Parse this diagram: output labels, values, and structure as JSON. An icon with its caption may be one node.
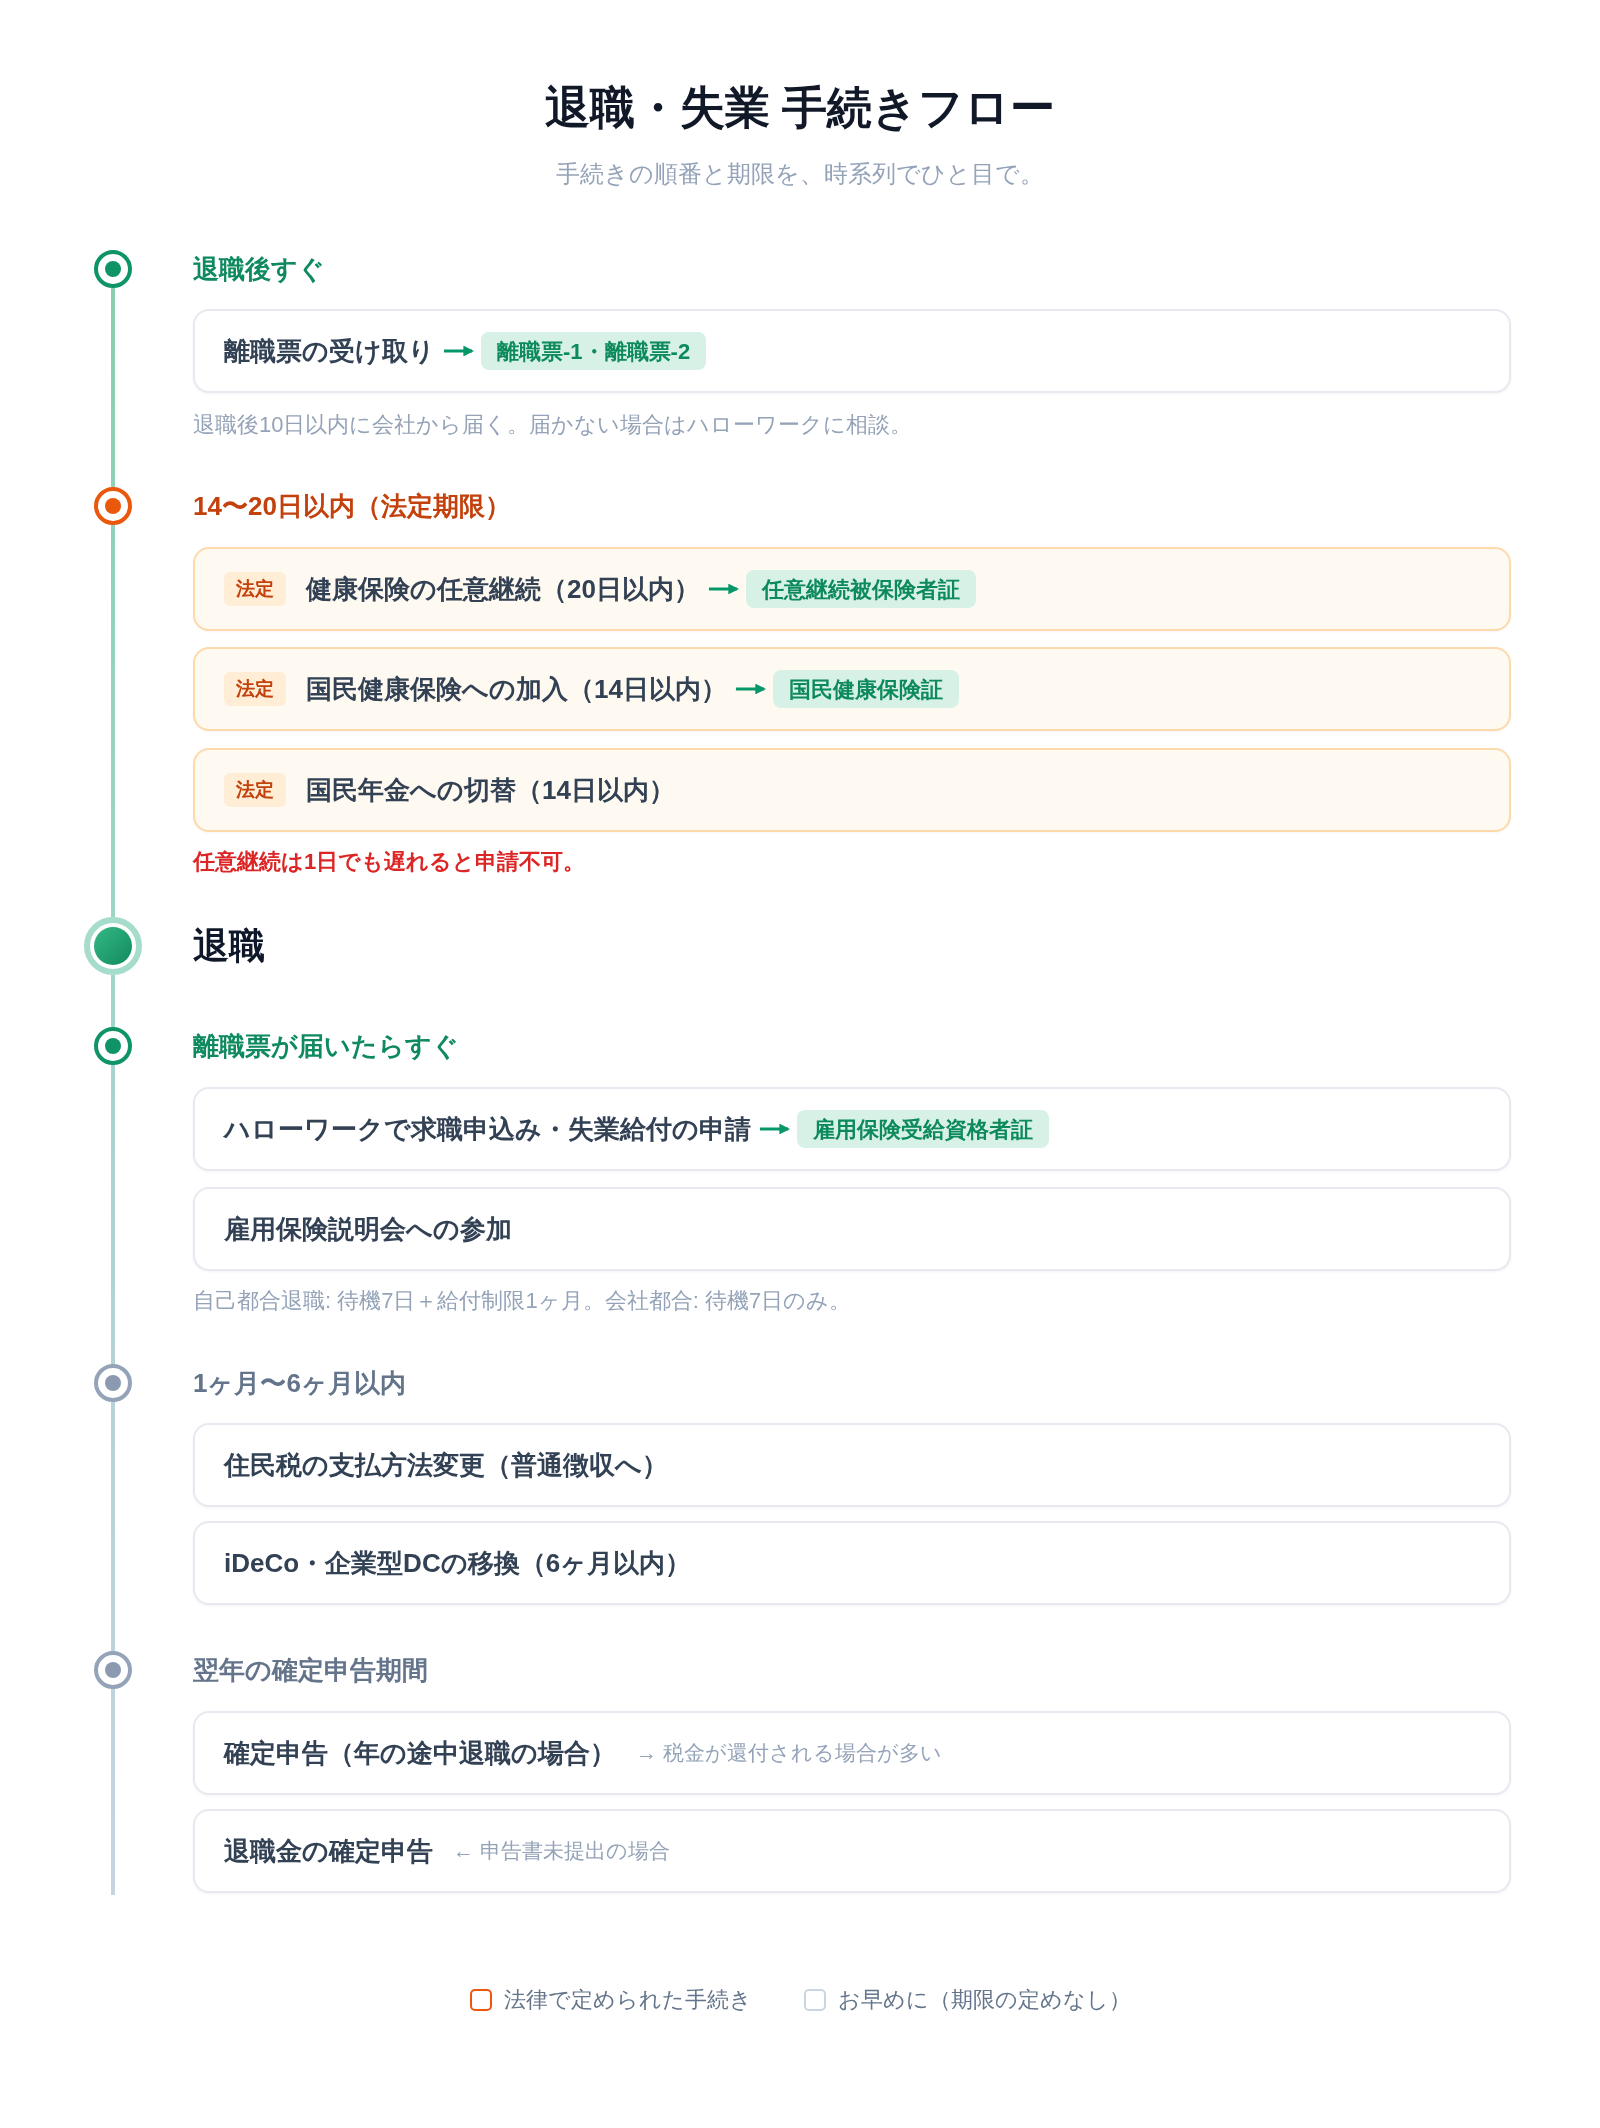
{
  "diagram": {
    "title": "退職・失業 手続きフロー",
    "nodes": [
      {
        "text": [
          "退職後すぐ"
        ]
      },
      {
        "text": [],
        "shape": "box"
      },
      {
        "text": [
          "離職票の受け取り"
        ],
        "in": 1
      },
      {
        "text": [
          "離職票-1・離職票-2"
        ],
        "in": 1
      },
      {
        "text": [
          "14〜20日以内（法定期限）"
        ]
      },
      {
        "text": [],
        "shape": "box"
      },
      {
        "text": [
          "法定"
        ],
        "in": 5
      },
      {
        "text": [
          "健康保険の任意継続（20日以内）"
        ],
        "in": 5
      },
      {
        "text": [
          "任意継続被保険者証"
        ],
        "in": 5
      },
      {
        "text": [],
        "shape": "box"
      },
      {
        "text": [
          "法定"
        ],
        "in": 9
      },
      {
        "text": [
          "国民健康保険への加入（14日以内）"
        ],
        "in": 9
      },
      {
        "text": [
          "国民健康保険証"
        ],
        "in": 9
      },
      {
        "text": [
          "国民年金への切替（14日以内）"
        ]
      },
      {
        "text": [
          "法定"
        ],
        "in": 13
      },
      {
        "text": [
          "退職"
        ]
      },
      {
        "text": [
          "離職票が届いたらすぐ"
        ]
      },
      {
        "text": [],
        "shape": "box"
      },
      {
        "text": [
          "ハローワークで求職申込み・失業給付の申請"
        ],
        "in": 17
      },
      {
        "text": [
          "雇用保険受給資格者証"
        ],
        "in": 17
      },
      {
        "text": [
          "雇用保険説明会への参加"
        ]
      },
      {
        "text": [
          "1ヶ月〜6ヶ月以内"
        ]
      },
      {
        "text": [
          "住民税の支払方法変更（普通徴収へ）"
        ]
      },
      {
        "text": [
          "iDeCo・企業型DCの移換（6ヶ月以内）"
        ]
      },
      {
        "text": [
          "翌年の確定申告期間"
        ]
      },
      {
        "text": [
          "確定申告（年の途中退職の場合）",
          "→ 税金が還付される場合が多い"
        ]
      },
      {
        "text": [
          "退職金の確定申告",
          "← 申告書未提出の場合"
        ]
      }
    ],
    "edges": [
      {
        "from": 0,
        "to": 4,
        "arrow": "none"
      },
      {
        "from": 4,
        "to": 15,
        "arrow": "none"
      },
      {
        "from": 15,
        "to": 16,
        "arrow": "none"
      },
      {
        "from": 16,
        "to": 21,
        "arrow": "none"
      },
      {
        "from": 21,
        "to": 24,
        "arrow": "none"
      },
      {
        "from": 24,
        "to": null,
        "arrow": "none"
      },
      {
        "from": 2,
        "to": 3,
        "arrow": "to",
        "color": "#059669"
      },
      {
        "from": 7,
        "to": 8,
        "arrow": "to",
        "color": "#059669"
      },
      {
        "from": 11,
        "to": 12,
        "arrow": "to",
        "color": "#059669"
      },
      {
        "from": 18,
        "to": 19,
        "arrow": "to",
        "color": "#059669"
      }
    ],
    "labels": [
      "手続きの順番と期限を、時系列でひと目で。",
      "退職後10日以内に会社から届く。届かない場合はハローワークに相談。",
      "任意継続は1日でも遅れると申請不可。",
      "自己都合退職: 待機7日＋給付制限1ヶ月。会社都合: 待機7日のみ。"
    ],
    "legend": [
      {
        "text": "法律で定められた手続き",
        "color": "#ea580c"
      },
      {
        "text": "お早めに（期限の定めなし）",
        "color": "#cbd5e1"
      }
    ]
  }
}
